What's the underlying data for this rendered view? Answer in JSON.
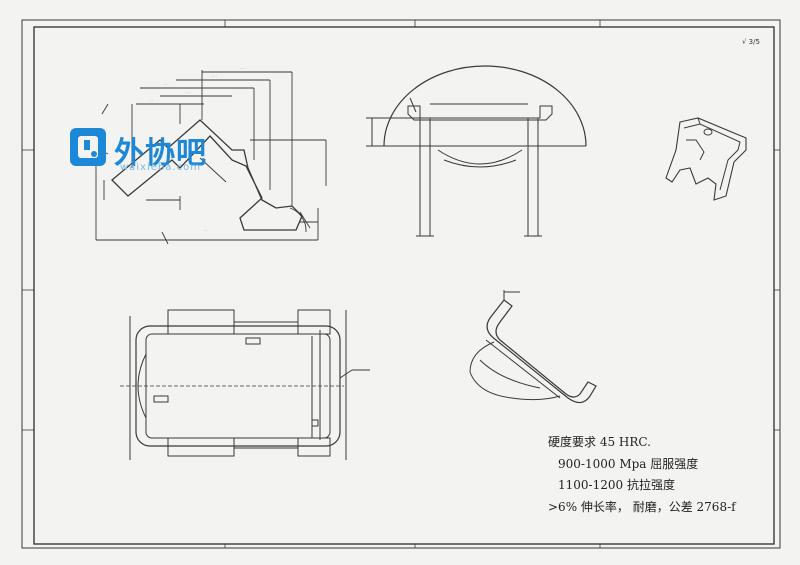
{
  "drawing": {
    "requirements": [
      "硬度要求 45 HRC.",
      "900-1000 Mpa 屈服强度",
      "1100-1200 抗拉强度",
      ">6% 伸长率，   耐磨，公差 2768-f"
    ],
    "corner_tag": "√ 3/5",
    "watermark": {
      "title": "外协吧",
      "subtitle": "waixieba.com"
    }
  },
  "colors": {
    "line": "#3a3a3a",
    "paper": "#f3f3f1",
    "watermark": "#1e88d8"
  }
}
